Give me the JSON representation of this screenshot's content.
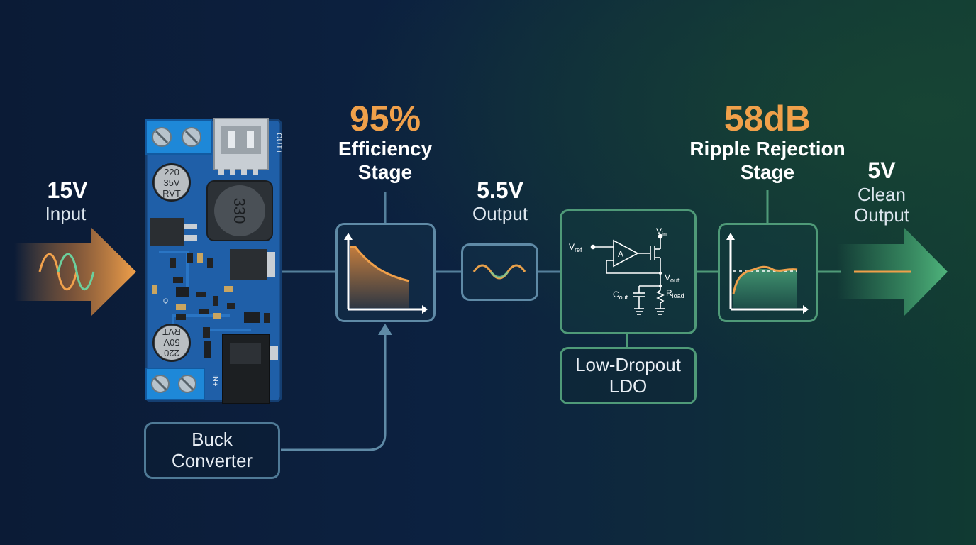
{
  "input": {
    "value": "15V",
    "label": "Input"
  },
  "pcb": {
    "cap_top": [
      "220",
      "35V",
      "RVT"
    ],
    "cap_bottom": [
      "220",
      "50V",
      "RVT"
    ],
    "inductor": "330",
    "out_silk": "OUT+",
    "in_silk": "IN+",
    "tiny_silk": "Q"
  },
  "buck": {
    "label_line1": "Buck",
    "label_line2": "Converter"
  },
  "efficiency": {
    "value": "95%",
    "line1": "Efficiency",
    "line2": "Stage"
  },
  "mid_output": {
    "value": "5.5V",
    "label": "Output"
  },
  "ldo": {
    "label_line1": "Low-Dropout",
    "label_line2": "LDO",
    "schematic": {
      "vref": "V",
      "vref_sub": "ref",
      "vin": "V",
      "vin_sub": "in",
      "vout": "V",
      "vout_sub": "out",
      "cout": "C",
      "cout_sub": "out",
      "rload": "R",
      "rload_sub": "load",
      "amp": "A"
    }
  },
  "ripple": {
    "value": "58dB",
    "line1": "Ripple Rejection",
    "line2": "Stage"
  },
  "final_output": {
    "value": "5V",
    "line1": "Clean",
    "line2": "Output"
  },
  "colors": {
    "orange": "#f0a04a",
    "teal_border": "#5f8aa6",
    "green_border": "#4f9a78",
    "pcb_blue": "#1f5fa8"
  }
}
